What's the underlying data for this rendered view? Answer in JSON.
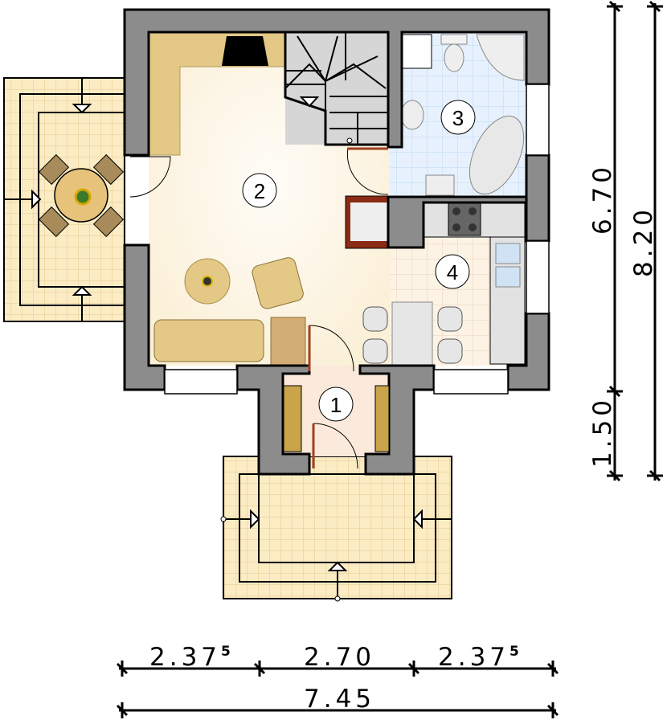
{
  "plan": {
    "rooms": [
      {
        "number": "1",
        "name": "vestibule"
      },
      {
        "number": "2",
        "name": "living-room"
      },
      {
        "number": "3",
        "name": "bathroom"
      },
      {
        "number": "4",
        "name": "kitchen"
      }
    ],
    "colors": {
      "wall": "#8c8c8c",
      "living_floor": "#fdf6e6",
      "bath_floor": "#e2effd",
      "kitchen_floor": "#fbf1e1",
      "terrace": "#fbecc4",
      "furniture": "#e3c886"
    }
  },
  "dimensions": {
    "bottom": {
      "seg1": "2.37",
      "seg1_sup": "5",
      "seg2": "2.70",
      "seg3": "2.37",
      "seg3_sup": "5",
      "total": "7.45"
    },
    "right": {
      "main": "6.70",
      "porch": "1.50",
      "total": "8.20"
    }
  }
}
